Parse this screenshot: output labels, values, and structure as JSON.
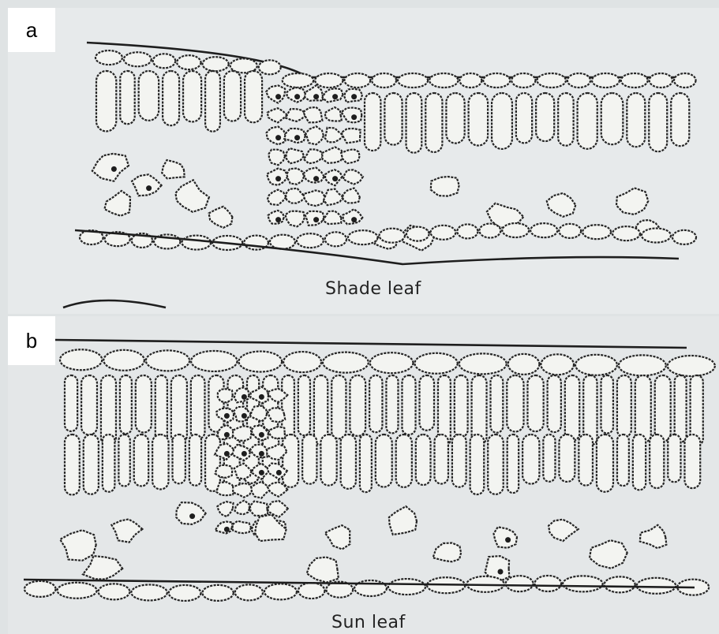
{
  "panel_a": {
    "label": "a",
    "caption": "Shade leaf"
  },
  "panel_b": {
    "label": "b",
    "caption": "Sun leaf"
  },
  "colors": {
    "background": "#e3e6e7",
    "ink": "#222222",
    "label_box": "#ffffff"
  }
}
